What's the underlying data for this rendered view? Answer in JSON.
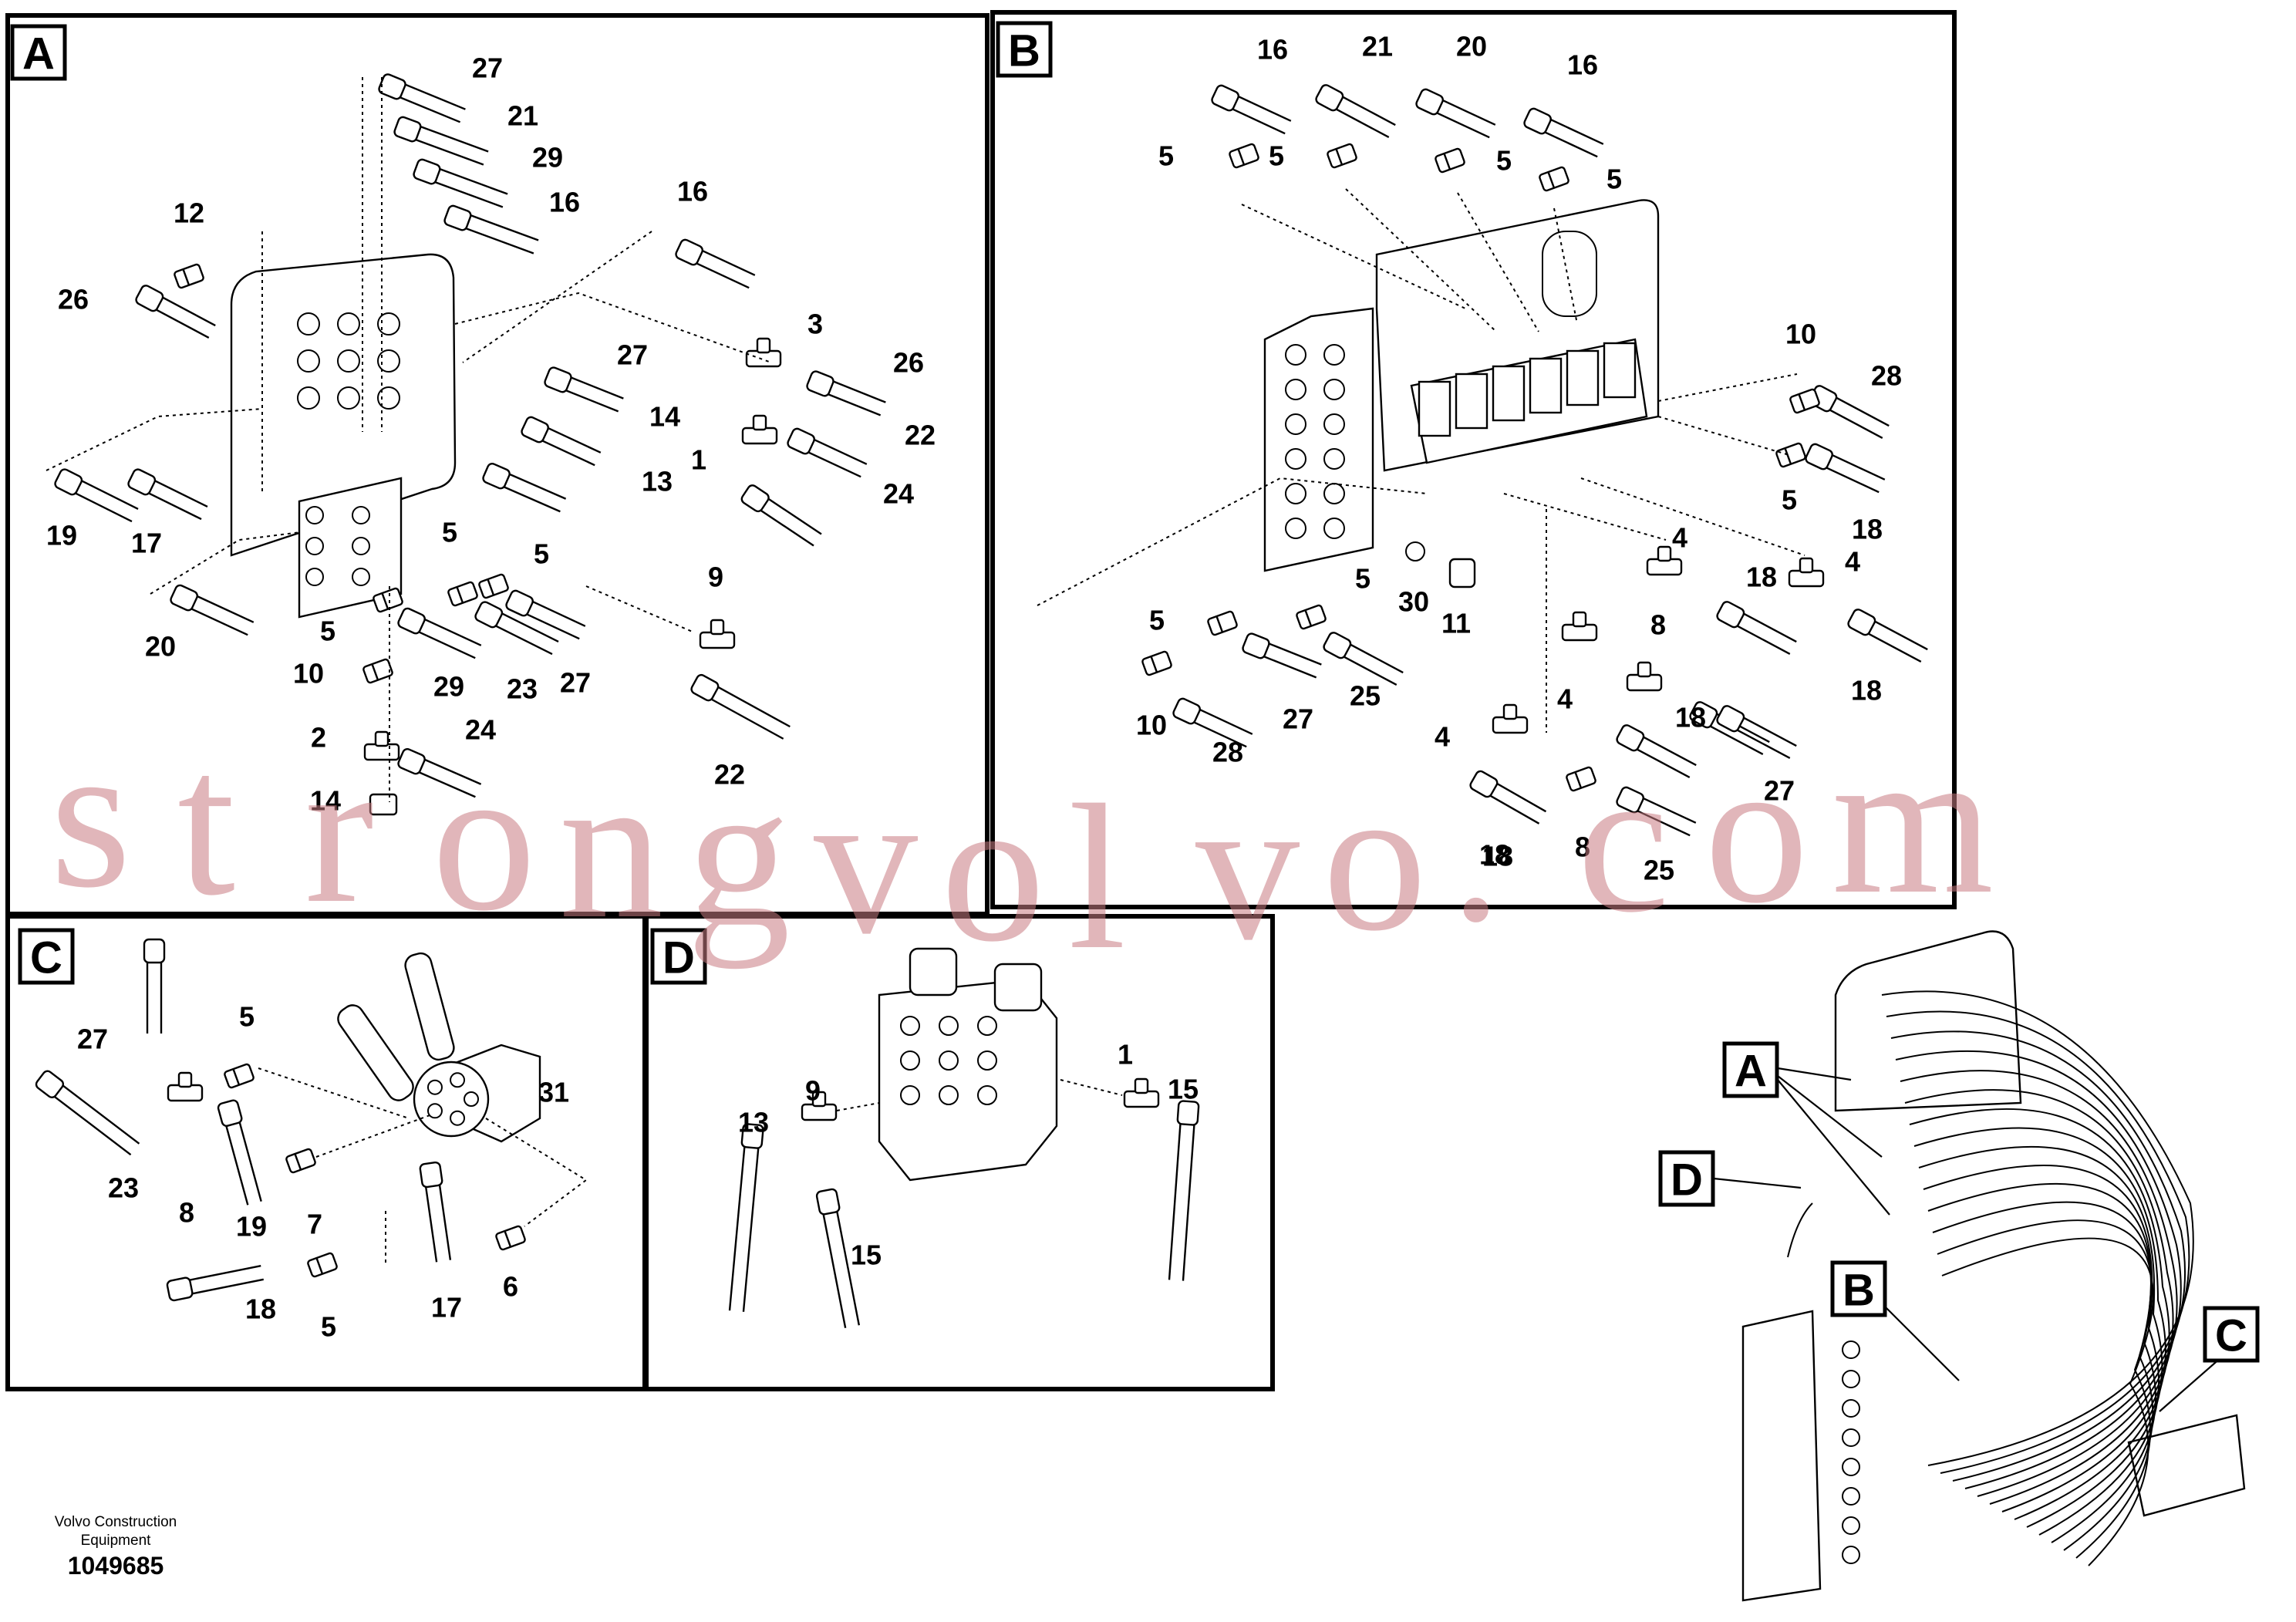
{
  "panels": [
    {
      "id": "A",
      "label": "A",
      "callouts": [
        "27",
        "21",
        "29",
        "16",
        "16",
        "12",
        "26",
        "3",
        "26",
        "27",
        "14",
        "22",
        "1",
        "13",
        "24",
        "19",
        "17",
        "5",
        "5",
        "9",
        "20",
        "5",
        "10",
        "29",
        "23",
        "27",
        "2",
        "24",
        "14",
        "22"
      ]
    },
    {
      "id": "B",
      "label": "B",
      "callouts": [
        "16",
        "21",
        "20",
        "16",
        "5",
        "5",
        "5",
        "5",
        "10",
        "28",
        "5",
        "18",
        "4",
        "4",
        "18",
        "30",
        "11",
        "5",
        "5",
        "8",
        "18",
        "18",
        "10",
        "27",
        "25",
        "4",
        "4",
        "18",
        "27",
        "28",
        "18",
        "8",
        "25"
      ]
    },
    {
      "id": "C",
      "label": "C",
      "callouts": [
        "27",
        "5",
        "31",
        "23",
        "8",
        "19",
        "7",
        "18",
        "5",
        "17",
        "6"
      ]
    },
    {
      "id": "D",
      "label": "D",
      "callouts": [
        "1",
        "9",
        "15",
        "13",
        "15"
      ]
    }
  ],
  "overview": {
    "labels": [
      "A",
      "D",
      "B",
      "C"
    ]
  },
  "watermark": "strongvolvo.com",
  "footer": {
    "company_line1": "Volvo Construction",
    "company_line2": "Equipment",
    "drawing_number": "1049685"
  }
}
